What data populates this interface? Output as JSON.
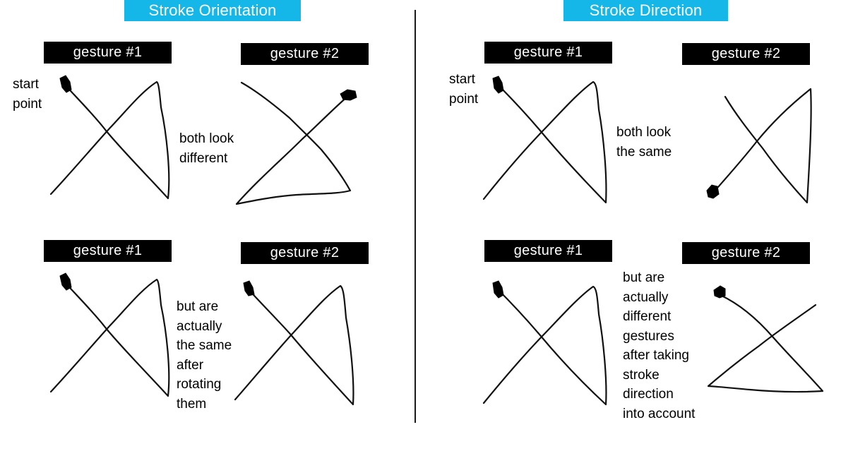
{
  "colors": {
    "title_bg": "#15b7e8",
    "label_bg": "#000000",
    "stroke": "#111111"
  },
  "stroke_orientation": {
    "title": "Stroke Orientation",
    "row1": {
      "gesture1_label": "gesture #1",
      "gesture2_label": "gesture #2",
      "start_point_label": "start\npoint",
      "note": "both look\ndifferent"
    },
    "row2": {
      "gesture1_label": "gesture #1",
      "gesture2_label": "gesture #2",
      "note": "but are\nactually\nthe same\nafter\nrotating\nthem"
    }
  },
  "stroke_direction": {
    "title": "Stroke Direction",
    "row1": {
      "gesture1_label": "gesture #1",
      "gesture2_label": "gesture #2",
      "start_point_label": "start\npoint",
      "note": "both look\nthe same"
    },
    "row2": {
      "gesture1_label": "gesture #1",
      "gesture2_label": "gesture #2",
      "note": "but are\nactually\ndifferent\ngestures\nafter taking\nstroke\ndirection\ninto account"
    }
  }
}
